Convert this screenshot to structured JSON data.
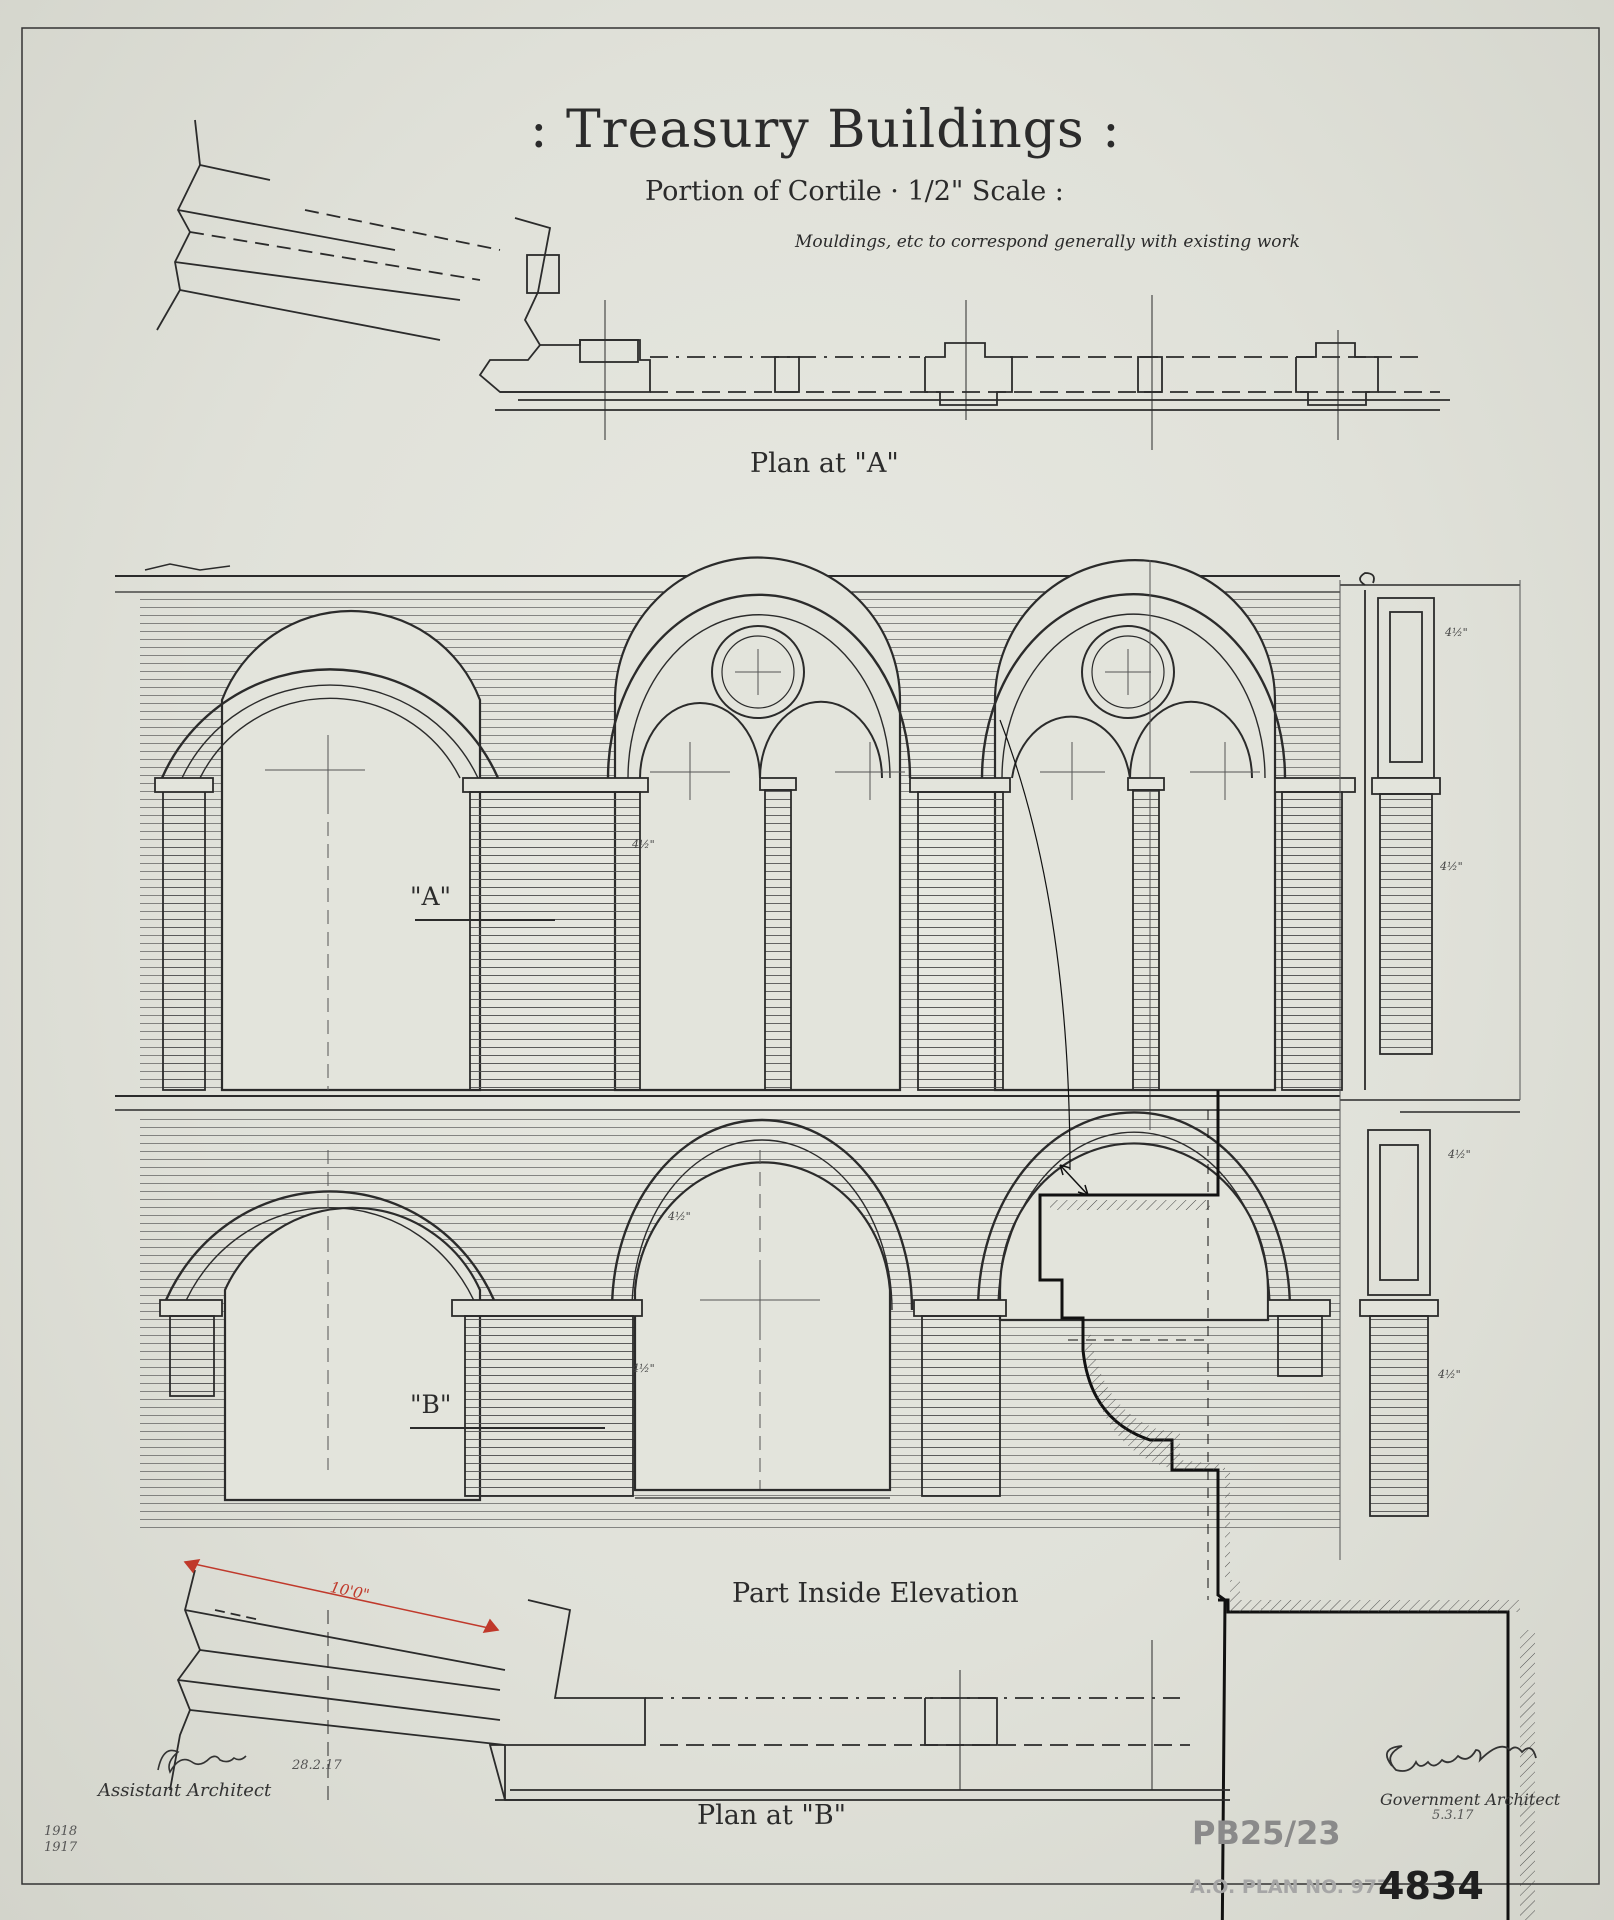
{
  "title": ": Treasury Buildings :",
  "subtitle": "Portion of Cortile · 1/2\" Scale :",
  "note": "Mouldings, etc to correspond generally with existing work",
  "plan_a_label": "Plan at \"A\"",
  "plan_b_label": "Plan at \"B\"",
  "section_a_marker": "\"A\"",
  "section_b_marker": "\"B\"",
  "elevation_label": "Part Inside Elevation",
  "dimension_10ft": "10'0\"",
  "dimension_4_5": "4½\"",
  "assistant_architect": "Assistant Architect",
  "assistant_date": "28.2.17",
  "government_architect": "Government Architect",
  "government_date": "5.3.17",
  "margin_date_1": "1918",
  "margin_date_2": "1917",
  "stamp_pb": "PB25/23",
  "stamp_ao": "A.O. PLAN NO. 977",
  "stamp_number": "4834",
  "colors": {
    "ink": "#2b2b2b",
    "paper": "#e3e4dc",
    "red_dimension": "#c0392b"
  }
}
